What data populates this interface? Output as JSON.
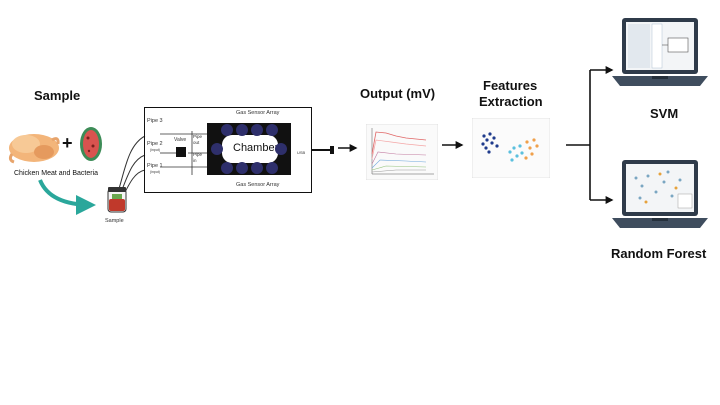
{
  "sample": {
    "heading": "Sample",
    "caption": "Chicken Meat and Bacteria",
    "plus": "+",
    "jar_label": "Sample"
  },
  "device": {
    "top_label": "Gas Sensor Array",
    "bottom_label": "Gas Sensor Array",
    "chamber_label": "Chamber",
    "pipe3": "Pipe 3",
    "pipe2": "Pipe 2",
    "pipe2_sub": "(input)",
    "pipe1": "Pipe 1",
    "pipe1_sub": "(input)",
    "valve": "Valve",
    "pipe_out_a": "Pipe",
    "pipe_out_b": "out",
    "pipe_in_a": "Pipe",
    "pipe_in_b": "in",
    "side_label": "USB"
  },
  "output": {
    "heading": "Output (mV)"
  },
  "features": {
    "heading_line1": "Features",
    "heading_line2": "Extraction"
  },
  "models": {
    "svm": "SVM",
    "rf": "Random Forest"
  },
  "colors": {
    "line": "#111111",
    "chamber": "#111111",
    "sensor_dot": "#2e2f6b",
    "teal_arrow": "#2aa79b",
    "laptop": "#2f3b4a"
  }
}
